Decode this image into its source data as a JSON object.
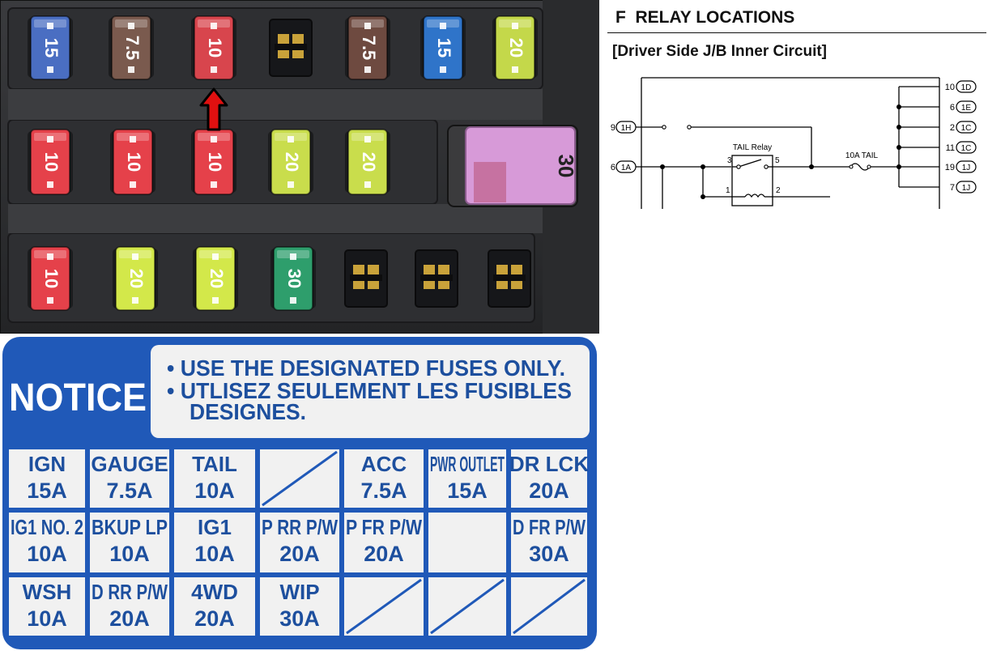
{
  "photo": {
    "fuse_rows": [
      [
        {
          "rating": "15",
          "color": "#4a6ec2"
        },
        {
          "rating": "7.5",
          "color": "#7a5a4e"
        },
        {
          "rating": "10",
          "color": "#d8454d"
        },
        {
          "rating": "",
          "color": ""
        },
        {
          "rating": "7.5",
          "color": "#6e4a40"
        },
        {
          "rating": "15",
          "color": "#2f74c9"
        },
        {
          "rating": "20",
          "color": "#c4d84a"
        }
      ],
      [
        {
          "rating": "10",
          "color": "#e5414a"
        },
        {
          "rating": "10",
          "color": "#e5414a"
        },
        {
          "rating": "10",
          "color": "#e5414a"
        },
        {
          "rating": "20",
          "color": "#c9dd4c"
        },
        {
          "rating": "20",
          "color": "#c9dd4c"
        }
      ],
      [
        {
          "rating": "10",
          "color": "#e5414a"
        },
        {
          "rating": "20",
          "color": "#d3e84a"
        },
        {
          "rating": "20",
          "color": "#d3e84a"
        },
        {
          "rating": "30",
          "color": "#2e9e6c"
        },
        {
          "rating": "",
          "color": ""
        },
        {
          "rating": "",
          "color": ""
        },
        {
          "rating": "",
          "color": ""
        }
      ]
    ],
    "maxi_fuse": {
      "rating": "30",
      "color": "#d79ad8"
    },
    "arrow_color": "#e01010"
  },
  "notice": {
    "title": "NOTICE",
    "lines": [
      "• USE THE DESIGNATED FUSES ONLY.",
      "• UTLISEZ SEULEMENT LES FUSIBLES",
      "DESIGNES."
    ],
    "grid": [
      [
        {
          "name": "IGN",
          "amp": "15A"
        },
        {
          "name": "GAUGE",
          "amp": "7.5A"
        },
        {
          "name": "TAIL",
          "amp": "10A"
        },
        {
          "name": "",
          "amp": "",
          "empty": true
        },
        {
          "name": "ACC",
          "amp": "7.5A"
        },
        {
          "name": "PWR OUTLET",
          "amp": "15A"
        },
        {
          "name": "DR LCK",
          "amp": "20A"
        }
      ],
      [
        {
          "name": "IG1 NO. 2",
          "amp": "10A"
        },
        {
          "name": "BKUP LP",
          "amp": "10A"
        },
        {
          "name": "IG1",
          "amp": "10A"
        },
        {
          "name": "P RR P/W",
          "amp": "20A"
        },
        {
          "name": "P FR P/W",
          "amp": "20A"
        },
        {
          "name": "",
          "amp": "",
          "blank": true
        },
        {
          "name": "D FR P/W",
          "amp": "30A"
        }
      ],
      [
        {
          "name": "WSH",
          "amp": "10A"
        },
        {
          "name": "D RR P/W",
          "amp": "20A"
        },
        {
          "name": "4WD",
          "amp": "20A"
        },
        {
          "name": "WIP",
          "amp": "30A"
        },
        {
          "name": "",
          "amp": "",
          "empty": true
        },
        {
          "name": "",
          "amp": "",
          "empty": true
        },
        {
          "name": "",
          "amp": "",
          "empty": true
        }
      ]
    ],
    "colors": {
      "blue": "#2059b8",
      "text": "#1d4f9e",
      "panel": "#f1f1f1"
    }
  },
  "right": {
    "section_title": "F  RELAY LOCATIONS",
    "subtitle": "[Driver Side J/B Inner Circuit]",
    "relay_label": "TAIL Relay",
    "fuse_label": "10A TAIL",
    "relay_pins": [
      "3",
      "5",
      "1",
      "2"
    ],
    "left_connectors": [
      {
        "num": "9",
        "code": "1H"
      },
      {
        "num": "6",
        "code": "1A"
      }
    ],
    "right_connectors": [
      {
        "num": "10",
        "code": "1D"
      },
      {
        "num": "6",
        "code": "1E"
      },
      {
        "num": "2",
        "code": "1C"
      },
      {
        "num": "11",
        "code": "1C"
      },
      {
        "num": "19",
        "code": "1J"
      },
      {
        "num": "7",
        "code": "1J"
      }
    ]
  }
}
